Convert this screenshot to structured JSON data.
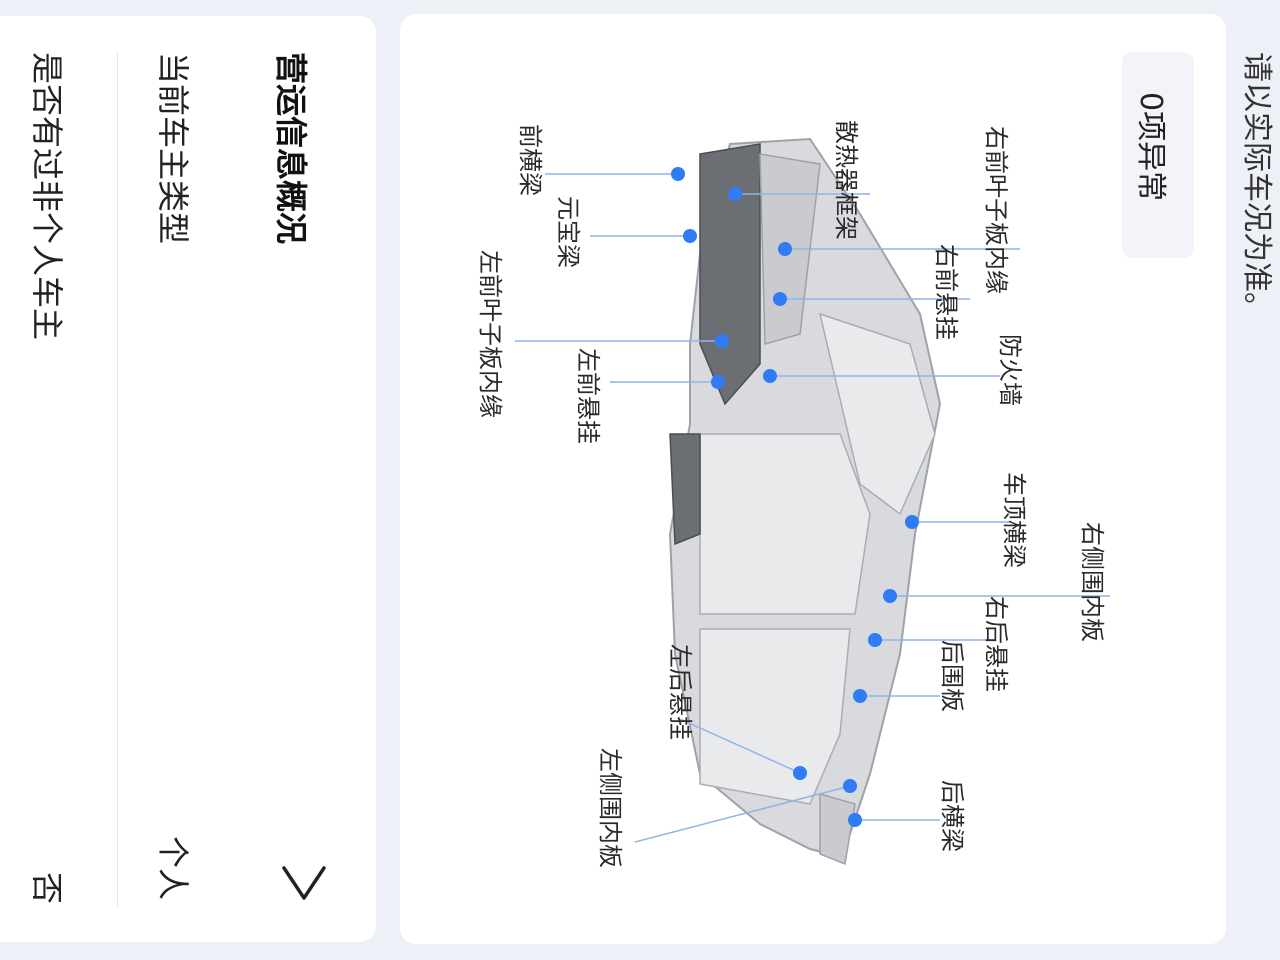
{
  "info": {
    "title": "营运信息概况",
    "owner_type_label": "当前车主类型",
    "owner_type_value": "个人",
    "nonpersonal_label": "是否有过非个人车主",
    "nonpersonal_value": "否"
  },
  "diagram": {
    "note": "请以实际车况为准。",
    "abnormal_badge": "0项异常",
    "labels": {
      "front_crossbeam": "前横梁",
      "yuanbao_beam": "元宝梁",
      "left_front_fender_inner": "左前叶子板内缘",
      "left_front_suspension": "左前悬挂",
      "radiator_frame": "散热器框架",
      "right_front_fender_inner": "右前叶子板内缘",
      "right_front_suspension": "右前悬挂",
      "firewall": "防火墙",
      "roof_crossbeam": "车顶横梁",
      "right_side_inner_panel": "右侧围内板",
      "right_rear_suspension": "右后悬挂",
      "rear_panel": "后围板",
      "rear_crossbeam": "后横梁",
      "left_rear_suspension": "左后悬挂",
      "left_side_inner_panel": "左侧围内板"
    },
    "marker_color": "#2f7cf6",
    "line_color": "#8fb4e8"
  },
  "icons": {
    "chevron": "chevron-right-icon"
  }
}
